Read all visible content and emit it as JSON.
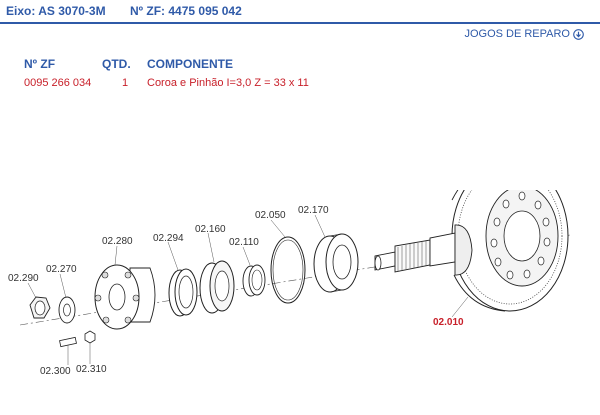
{
  "header": {
    "axle_label": "Eixo: AS 3070-3M",
    "zf_number_label": "Nº ZF: 4475 095 042"
  },
  "repair_kits_link": "JOGOS DE REPARO",
  "parts_table": {
    "headers": {
      "zf": "Nº ZF",
      "qty": "QTD.",
      "component": "COMPONENTE"
    },
    "rows": [
      {
        "zf": "0095 266 034",
        "qty": "1",
        "component": "Coroa e Pinhão I=3,0  Z = 33 x 11"
      }
    ]
  },
  "diagram_labels": {
    "p02290": "02.290",
    "p02270": "02.270",
    "p02280": "02.280",
    "p02294": "02.294",
    "p02160": "02.160",
    "p02110": "02.110",
    "p02050": "02.050",
    "p02170": "02.170",
    "p02300": "02.300",
    "p02310": "02.310",
    "p02010": "02.010"
  },
  "colors": {
    "brand_blue": "#2f5aa8",
    "highlight_red": "#c8202a"
  }
}
